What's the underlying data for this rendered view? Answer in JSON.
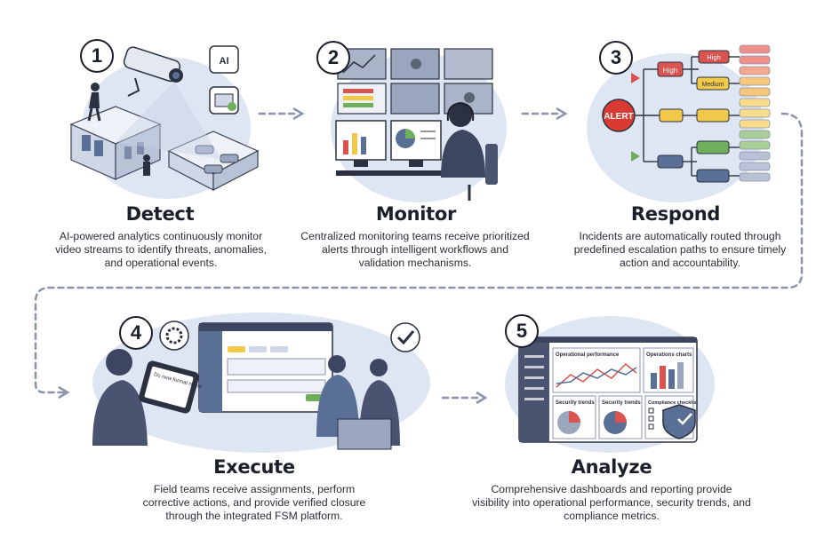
{
  "steps": [
    {
      "number": "1",
      "title": "Detect",
      "description": "AI-powered analytics continuously monitor video streams to identify threats, anomalies, and operational events."
    },
    {
      "number": "2",
      "title": "Monitor",
      "description": "Centralized monitoring teams receive prioritized alerts through intelligent workflows and validation mechanisms."
    },
    {
      "number": "3",
      "title": "Respond",
      "description": "Incidents are automatically routed through predefined escalation paths to ensure timely action and accountability."
    },
    {
      "number": "4",
      "title": "Execute",
      "description": "Field teams receive assignments, perform corrective actions, and provide verified closure through the integrated FSM platform."
    },
    {
      "number": "5",
      "title": "Analyze",
      "description": "Comprehensive dashboards and reporting provide visibility into operational performance, security trends, and compliance metrics."
    }
  ],
  "illustration_text": {
    "ai_chip": "AI",
    "alert": "ALERT",
    "high_primary": "High",
    "high_secondary": "High",
    "medium": "Medium",
    "tablet_heading": "Do new format name",
    "dashboard_panel_1": "Operational performance",
    "dashboard_panel_2": "Operations charts",
    "dashboard_panel_3": "Security trends",
    "dashboard_panel_4": "Security trends",
    "dashboard_panel_5": "Compliance checklist"
  },
  "colors": {
    "accent_blob": "#dfe6f3",
    "connector": "#8c94ad",
    "alert_red": "#d93a32",
    "high_red": "#d9534f",
    "medium_yellow": "#f2c84b",
    "green": "#6fae5a",
    "slate_blue": "#5a6f96"
  }
}
